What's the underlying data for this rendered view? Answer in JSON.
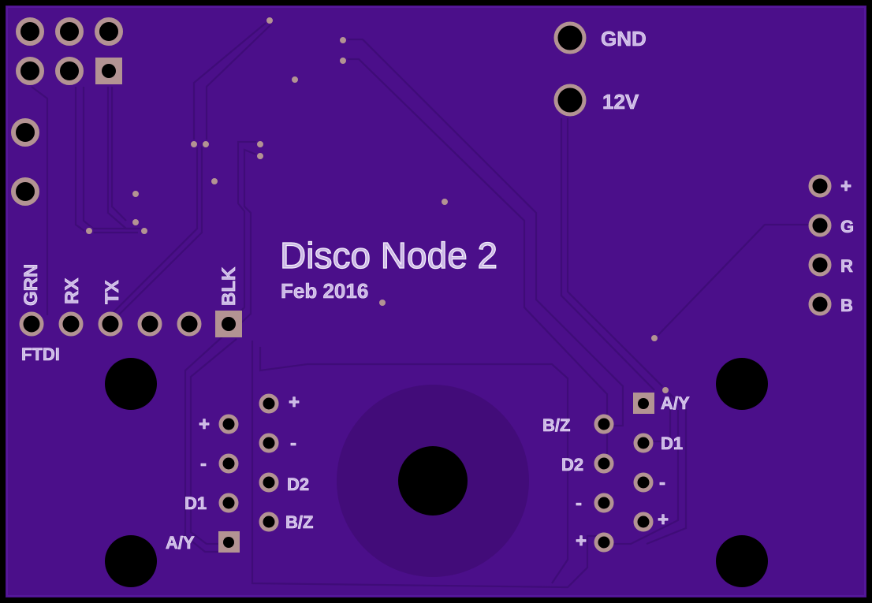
{
  "board": {
    "colors": {
      "background": "#000000",
      "substrate": "#4b0f8a",
      "substrate_edge": "#55189a",
      "trace": "#3f0c78",
      "pad_ring": "#b39393",
      "silkscreen": "#cbb7e6",
      "hole": "#000000"
    },
    "title": "Disco Node 2",
    "date": "Feb 2016",
    "labels": {
      "gnd": "GND",
      "v12": "12V",
      "grn": "GRN",
      "rx": "RX",
      "tx": "TX",
      "blk": "BLK",
      "ftdi": "FTDI",
      "rgb_plus": "+",
      "rgb_g": "G",
      "rgb_r": "R",
      "rgb_b": "B",
      "left_plus_a": "+",
      "left_minus_a": "-",
      "left_plus_b": "+",
      "left_minus_b": "-",
      "left_d1": "D1",
      "left_d2": "D2",
      "left_ay": "A/Y",
      "left_bz": "B/Z",
      "right_ay": "A/Y",
      "right_bz": "B/Z",
      "right_d1": "D1",
      "right_d2": "D2",
      "right_minus_a": "-",
      "right_minus_b": "-",
      "right_plus_a": "+",
      "right_plus_b": "+"
    }
  }
}
